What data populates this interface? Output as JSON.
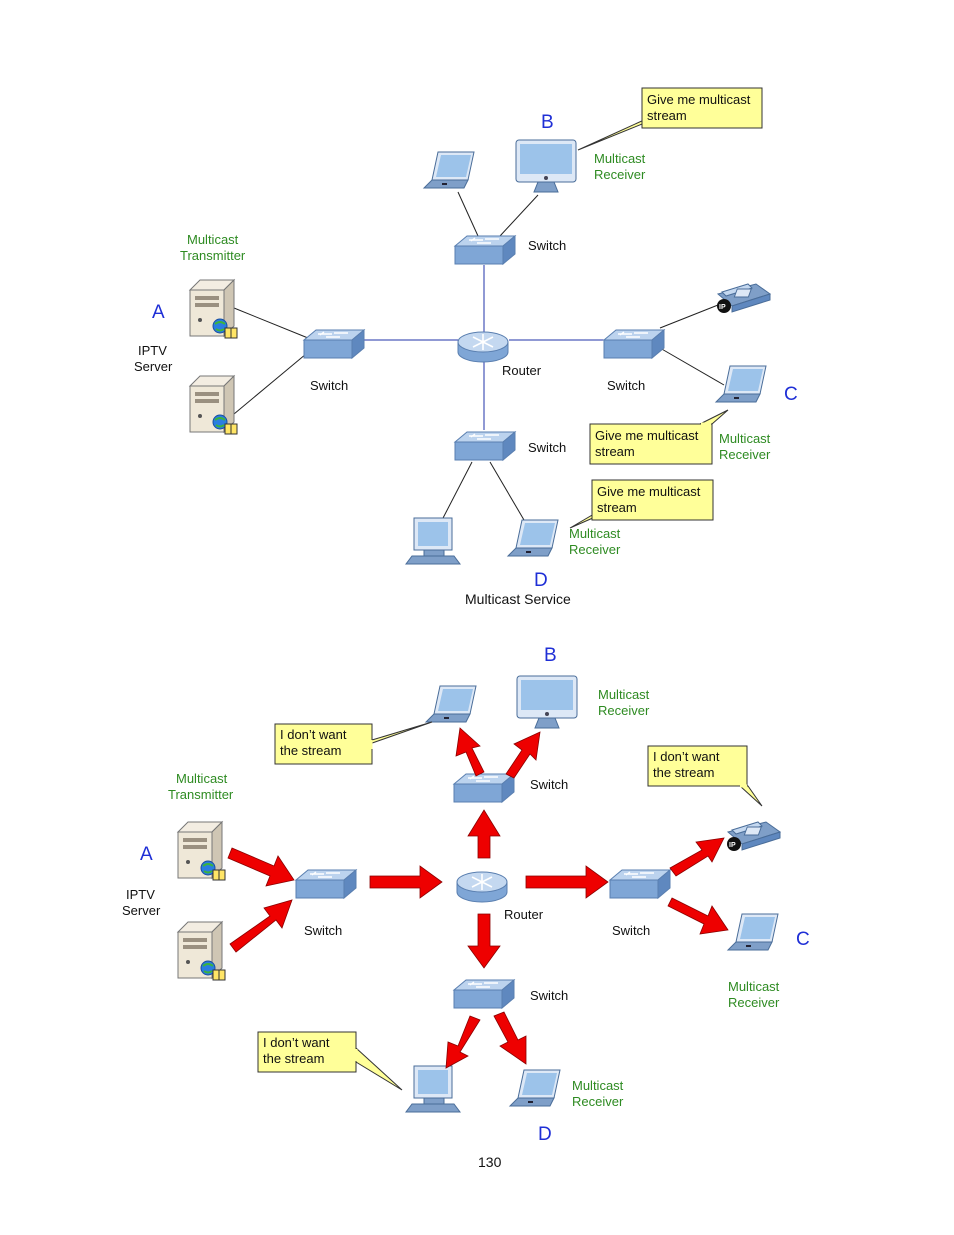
{
  "colors": {
    "green_text": "#2e8b22",
    "letter_blue": "#1f2fd6",
    "note_fill": "#ffff99",
    "arrow_red": "#ee0000",
    "device_blue": "#8fb3de"
  },
  "top": {
    "letter_a": "A",
    "letter_b": "B",
    "letter_c": "C",
    "letter_d": "D",
    "transmitter": [
      "Multicast",
      "Transmitter"
    ],
    "server": [
      "IPTV",
      "Server"
    ],
    "switch_top": "Switch",
    "switch_left": "Switch",
    "switch_right": "Switch",
    "switch_bottom": "Switch",
    "router": "Router",
    "receiver_b": [
      "Multicast",
      "Receiver"
    ],
    "receiver_c": [
      "Multicast",
      "Receiver"
    ],
    "receiver_d": [
      "Multicast",
      "Receiver"
    ],
    "note_b": [
      "Give me multicast",
      "stream"
    ],
    "note_c": [
      "Give me multicast",
      "stream"
    ],
    "note_d": [
      "Give me multicast",
      "stream"
    ],
    "caption": "Multicast Service"
  },
  "bottom": {
    "letter_a": "A",
    "letter_b": "B",
    "letter_c": "C",
    "letter_d": "D",
    "transmitter": [
      "Multicast",
      "Transmitter"
    ],
    "server": [
      "IPTV",
      "Server"
    ],
    "switch_top": "Switch",
    "switch_left": "Switch",
    "switch_right": "Switch",
    "switch_bottom": "Switch",
    "router": "Router",
    "receiver_b": [
      "Multicast",
      "Receiver"
    ],
    "receiver_c": [
      "Multicast",
      "Receiver"
    ],
    "receiver_d": [
      "Multicast",
      "Receiver"
    ],
    "note_laptop_b": [
      "I don’t want",
      "the stream"
    ],
    "note_phone": [
      "I don’t want",
      "the stream"
    ],
    "note_desktop_d": [
      "I don’t want",
      "the stream"
    ]
  },
  "page_number": "130"
}
